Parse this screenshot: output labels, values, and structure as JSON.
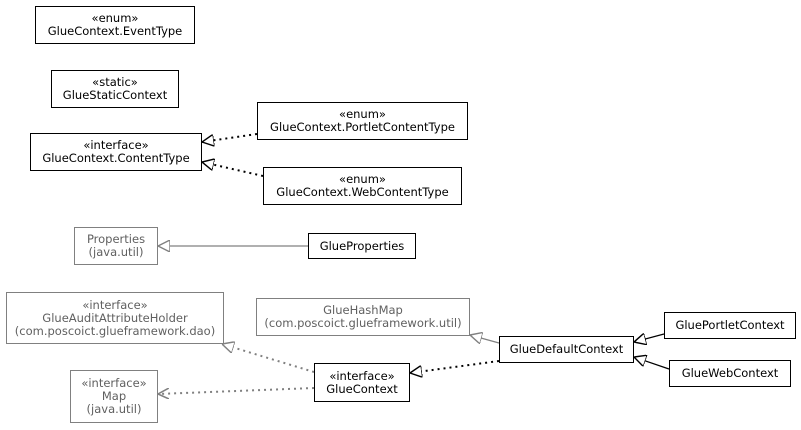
{
  "diagram": {
    "nodes": [
      {
        "id": "event-type",
        "stereotype": "«enum»",
        "name": "GlueContext.EventType",
        "package": "",
        "external": false
      },
      {
        "id": "static-context",
        "stereotype": "«static»",
        "name": "GlueStaticContext",
        "package": "",
        "external": false
      },
      {
        "id": "content-type",
        "stereotype": "«interface»",
        "name": "GlueContext.ContentType",
        "package": "",
        "external": false
      },
      {
        "id": "portlet-content-type",
        "stereotype": "«enum»",
        "name": "GlueContext.PortletContentType",
        "package": "",
        "external": false
      },
      {
        "id": "web-content-type",
        "stereotype": "«enum»",
        "name": "GlueContext.WebContentType",
        "package": "",
        "external": false
      },
      {
        "id": "properties",
        "stereotype": "",
        "name": "Properties",
        "package": "(java.util)",
        "external": true
      },
      {
        "id": "glue-properties",
        "stereotype": "",
        "name": "GlueProperties",
        "package": "",
        "external": false
      },
      {
        "id": "audit-holder",
        "stereotype": "«interface»",
        "name": "GlueAuditAttributeHolder",
        "package": "(com.poscoict.glueframework.dao)",
        "external": true
      },
      {
        "id": "glue-hashmap",
        "stereotype": "",
        "name": "GlueHashMap",
        "package": "(com.poscoict.glueframework.util)",
        "external": true
      },
      {
        "id": "default-context",
        "stereotype": "",
        "name": "GlueDefaultContext",
        "package": "",
        "external": false
      },
      {
        "id": "portlet-context",
        "stereotype": "",
        "name": "GluePortletContext",
        "package": "",
        "external": false
      },
      {
        "id": "web-context",
        "stereotype": "",
        "name": "GlueWebContext",
        "package": "",
        "external": false
      },
      {
        "id": "glue-context",
        "stereotype": "«interface»",
        "name": "GlueContext",
        "package": "",
        "external": false
      },
      {
        "id": "map",
        "stereotype": "«interface»",
        "name": "Map",
        "package": "(java.util)",
        "external": true
      }
    ]
  }
}
